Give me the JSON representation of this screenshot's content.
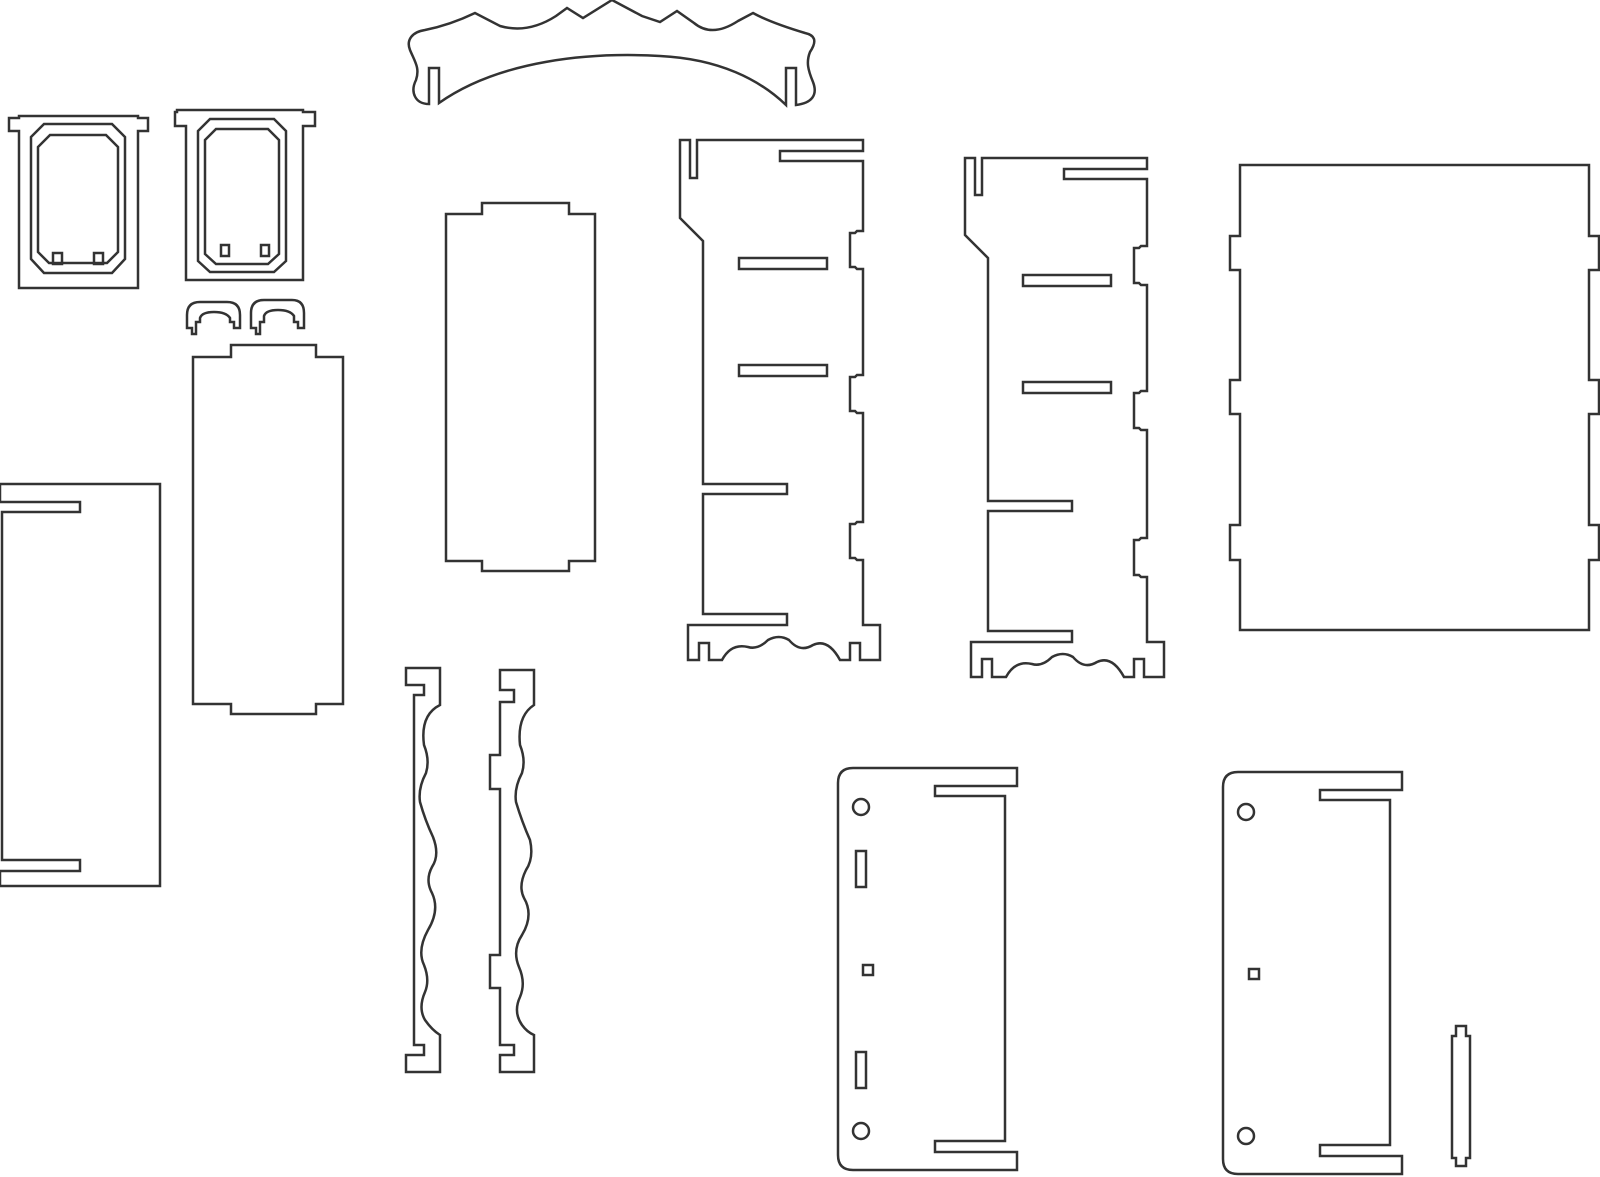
{
  "drawing": {
    "stroke_color": "#333333",
    "background_color": "#ffffff",
    "parts": [
      "top-arch-crest",
      "window-frame-left",
      "window-frame-right",
      "small-clip-left",
      "small-clip-right",
      "tabbed-panel-small",
      "slotted-side-panel-left",
      "tabbed-panel-center",
      "tower-side-panel-1",
      "tower-side-panel-2",
      "large-back-panel",
      "wavy-strip-left",
      "wavy-strip-right",
      "hinged-base-panel-1",
      "hinged-base-panel-2",
      "narrow-pin"
    ]
  }
}
